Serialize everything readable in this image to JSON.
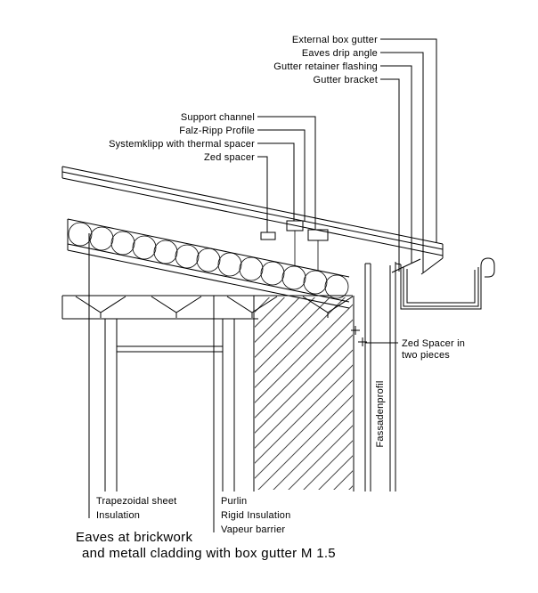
{
  "labels": {
    "external_box_gutter": "External box gutter",
    "eaves_drip_angle": "Eaves drip angle",
    "gutter_retainer_flashing": "Gutter retainer flashing",
    "gutter_bracket": "Gutter bracket",
    "support_channel": "Support channel",
    "falz_ripp_profile": "Falz-Ripp Profile",
    "systemklipp": "Systemklipp with thermal spacer",
    "zed_spacer": "Zed spacer",
    "zed_spacer_two_pieces_l1": "Zed Spacer in",
    "zed_spacer_two_pieces_l2": "two pieces",
    "fassadenprofil": "Fassadenprofil",
    "trapezoidal_sheet": "Trapezoidal sheet",
    "insulation": "Insulation",
    "purlin": "Purlin",
    "rigid_insulation": "Rigid Insulation",
    "vapeur_barrier": "Vapeur barrier"
  },
  "title": {
    "line1": "Eaves at brickwork",
    "line2": "and metall cladding with box gutter M 1.5"
  },
  "colors": {
    "line": "#000000",
    "background": "#ffffff"
  }
}
